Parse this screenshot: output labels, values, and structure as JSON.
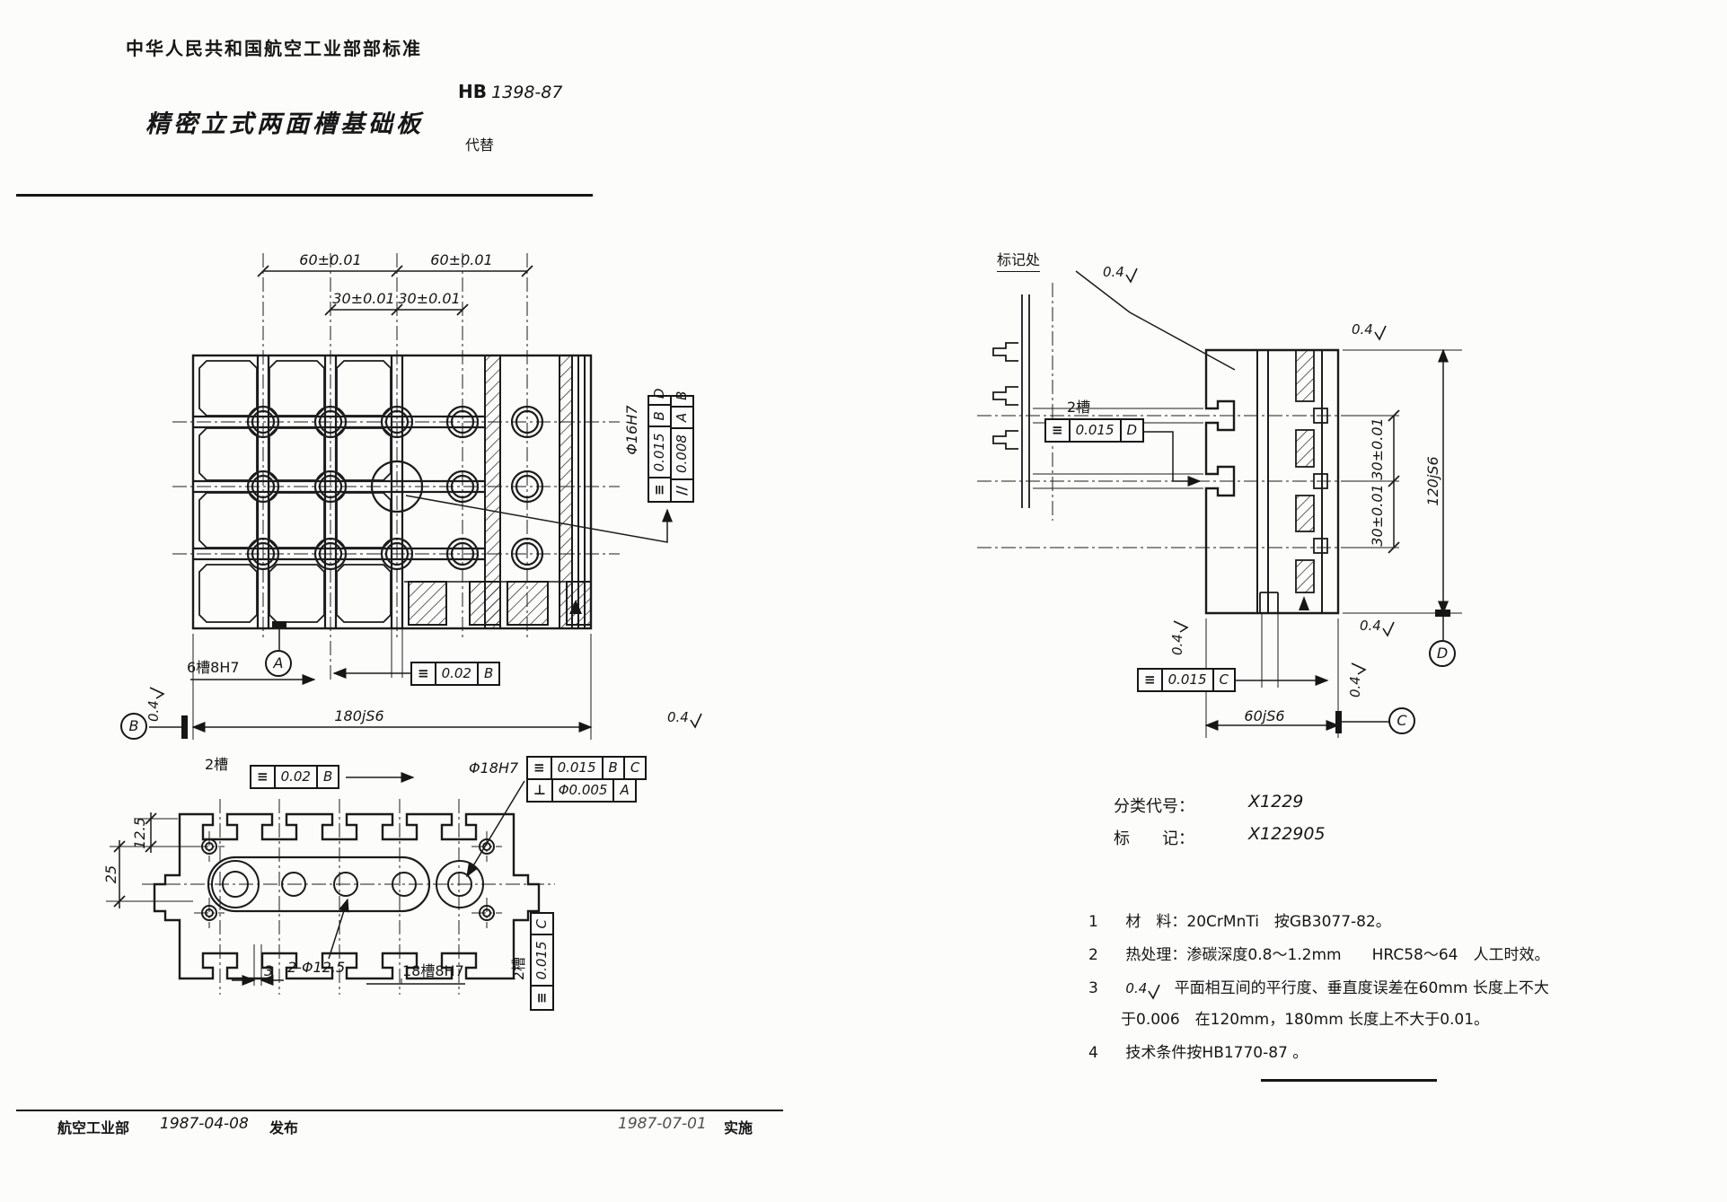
{
  "page": {
    "header_org": "中华人民共和国航空工业部部标准",
    "title": "精密立式两面槽基础板",
    "standard_prefix": "HB",
    "standard_number": "1398-87",
    "supersede_label": "代替"
  },
  "plan_view": {
    "dim_60_left": "60±0.01",
    "dim_60_right": "60±0.01",
    "dim_30_left": "30±0.01",
    "dim_30_right": "30±0.01",
    "dim_width": "180jS6",
    "hole_callout": "Φ16H7",
    "fcf_sym": {
      "sym": "≡",
      "tol": "0.015",
      "d1": "B",
      "d2": "D"
    },
    "fcf_par": {
      "sym": "//",
      "tol": "0.008",
      "d1": "A",
      "d2": "B"
    },
    "slot_callout": "6槽8H7",
    "fcf_b": {
      "sym": "≡",
      "tol": "0.02",
      "d1": "B"
    },
    "datum_a": "A",
    "datum_b": "B",
    "finish": "0.4"
  },
  "front_view": {
    "slot2_label": "2槽",
    "fcf_slot2": {
      "sym": "≡",
      "tol": "0.02",
      "d1": "B"
    },
    "hole_callout": "Φ18H7",
    "fcf_hole_sym": {
      "sym": "≡",
      "tol": "0.015",
      "d1": "B",
      "d2": "C"
    },
    "fcf_hole_perp": {
      "sym": "⊥",
      "tol": "Φ0.005",
      "d1": "A"
    },
    "dim_12_5": "12.5",
    "dim_25": "25",
    "dim_3": "3",
    "dim_holes": "2-Φ12.5",
    "slot18_callout": "18槽8H7",
    "slot2_right_label": "2槽",
    "fcf_right": {
      "sym": "≡",
      "tol": "0.015",
      "d1": "C"
    }
  },
  "side_view": {
    "mark_label": "标记处",
    "slot2_label": "2槽",
    "fcf_d": {
      "sym": "≡",
      "tol": "0.015",
      "d1": "D"
    },
    "fcf_c": {
      "sym": "≡",
      "tol": "0.015",
      "d1": "C"
    },
    "dim_30_top": "30±0.01",
    "dim_30_bottom": "30±0.01",
    "dim_height": "120jS6",
    "dim_depth": "60jS6",
    "datum_c": "C",
    "datum_d": "D",
    "finish": "0.4"
  },
  "classification": {
    "code_label": "分类代号：",
    "code_value": "X1229",
    "mark_label": "标　　记：",
    "mark_value": "X122905"
  },
  "notes": [
    {
      "no": "1",
      "text": "材　料：20CrMnTi　按GB3077-82。"
    },
    {
      "no": "2",
      "text": "热处理：渗碳深度0.8～1.2mm　　HRC58～64　人工时效。"
    },
    {
      "no": "3",
      "finish": "0.4",
      "text": "平面相互间的平行度、垂直度误差在60mm 长度上不大",
      "text2": "于0.006　在120mm，180mm 长度上不大于0.01。"
    },
    {
      "no": "4",
      "text": "技术条件按HB1770-87 。"
    }
  ],
  "footer": {
    "org": "航空工业部",
    "issue_date": "1987-04-08",
    "issue_label": "发布",
    "impl_date": "1987-07-01",
    "impl_label": "实施"
  }
}
